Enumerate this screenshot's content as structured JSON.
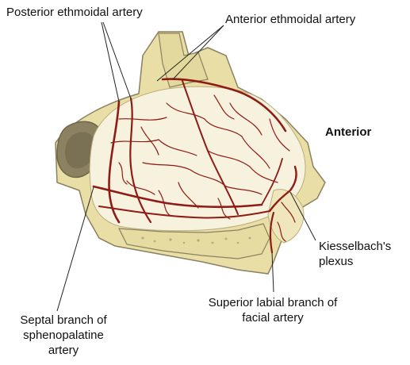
{
  "labels": {
    "posterior_ethmoidal": "Posterior ethmoidal artery",
    "anterior_ethmoidal": "Anterior ethmoidal artery",
    "anterior": "Anterior",
    "kiesselbach": [
      "Kiesselbach's",
      "plexus"
    ],
    "superior_labial": [
      "Superior labial branch of",
      "facial artery"
    ],
    "septal_branch": [
      "Septal branch of",
      "sphenopalatine",
      "artery"
    ]
  },
  "colors": {
    "bone": "#e9dfa6",
    "bone_outline": "#8a8160",
    "sinus": "#8c8262",
    "septum": "#f7f2de",
    "artery": "#8f1b16",
    "leader": "#222222"
  }
}
